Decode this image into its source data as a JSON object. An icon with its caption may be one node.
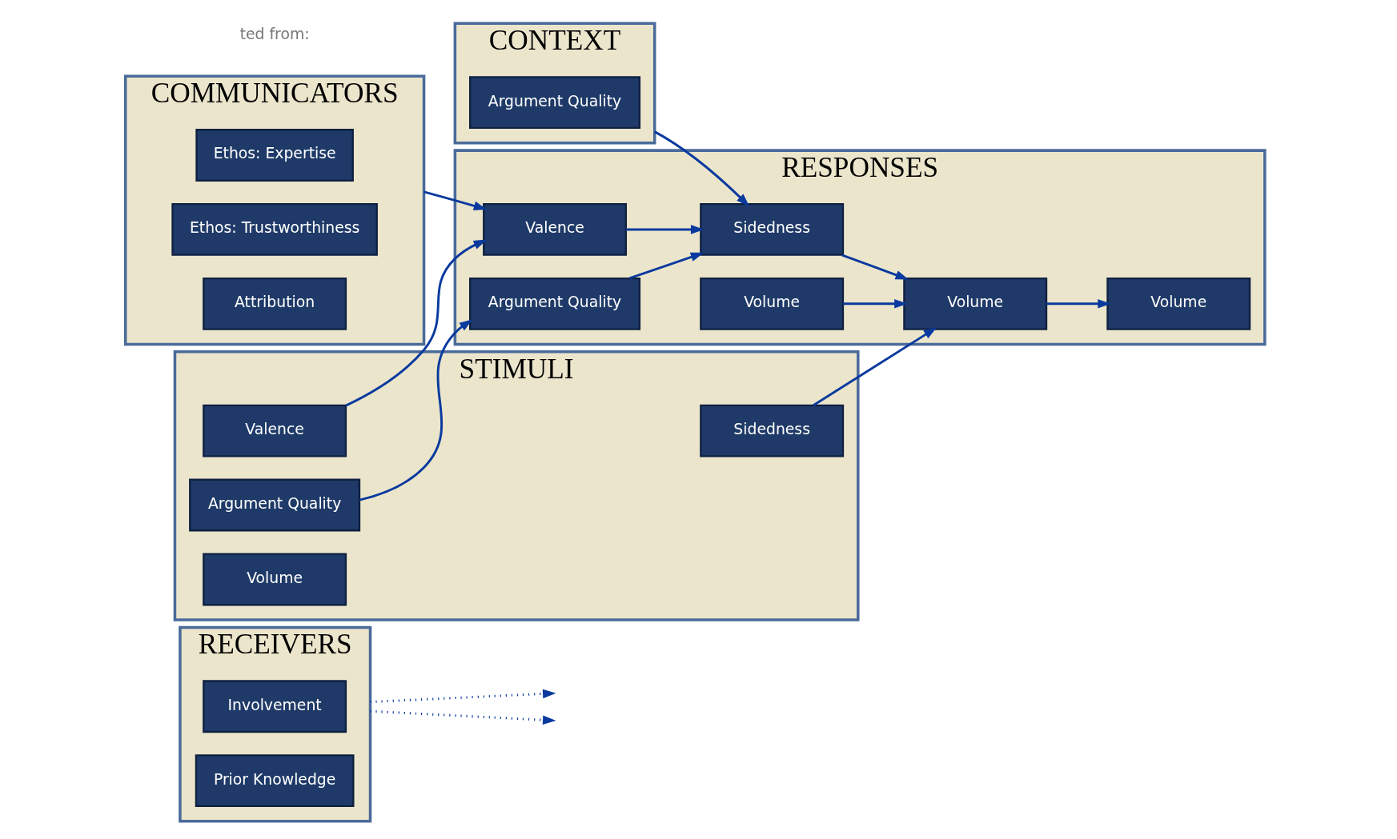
{
  "diagram": {
    "nodes": [
      {
        "text": [
          "RECEIVERS"
        ]
      },
      {
        "text": [
          "Involvement"
        ],
        "in": 0
      },
      {
        "text": [
          "Prior Knowledge"
        ],
        "in": 0
      },
      {
        "text": [
          "CONTEXT"
        ]
      },
      {
        "text": [
          "Argument Quality"
        ],
        "in": 3
      },
      {
        "text": [
          "STIMULI"
        ]
      },
      {
        "text": [
          "Argument Quality"
        ],
        "in": 5
      },
      {
        "text": [
          "Valence"
        ],
        "in": 5
      },
      {
        "text": [
          "Sidedness"
        ],
        "in": 5
      },
      {
        "text": [
          "Volume"
        ],
        "in": 5
      },
      {
        "text": [
          "RESPONSES"
        ]
      },
      {
        "text": [
          "Argument Quality"
        ],
        "in": 10
      },
      {
        "text": [
          "Sidedness"
        ],
        "in": 10
      },
      {
        "text": [
          "Valence"
        ],
        "in": 10
      },
      {
        "text": [
          "Volume"
        ],
        "in": 10
      },
      {
        "text": [
          "Volume"
        ],
        "in": 10
      },
      {
        "text": [
          "Volume"
        ],
        "in": 10
      },
      {
        "text": [
          "COMMUNICATORS"
        ]
      },
      {
        "text": [
          "Ethos: Expertise"
        ],
        "in": 17
      },
      {
        "text": [
          "Ethos: Trustworthiness"
        ],
        "in": 17
      },
      {
        "text": [
          "Attribution"
        ],
        "in": 17
      }
    ],
    "edges": [
      {
        "from": 0,
        "to": null,
        "arrow": "to",
        "style": "dashed"
      },
      {
        "from": 0,
        "to": null,
        "arrow": "to",
        "style": "dashed"
      },
      {
        "from": 3,
        "to": 12,
        "arrow": "to"
      },
      {
        "from": 6,
        "to": 11,
        "arrow": "to"
      },
      {
        "from": 7,
        "to": 13,
        "arrow": "to"
      },
      {
        "from": 8,
        "to": 15,
        "arrow": "to"
      },
      {
        "from": 17,
        "to": 13,
        "arrow": "to"
      },
      {
        "from": 11,
        "to": 12,
        "arrow": "to"
      },
      {
        "from": 13,
        "to": 12,
        "arrow": "to"
      },
      {
        "from": 12,
        "to": 15,
        "arrow": "to"
      },
      {
        "from": 14,
        "to": 15,
        "arrow": "to"
      },
      {
        "from": 15,
        "to": 16,
        "arrow": "to"
      }
    ],
    "labels": [
      "ted from:"
    ]
  }
}
